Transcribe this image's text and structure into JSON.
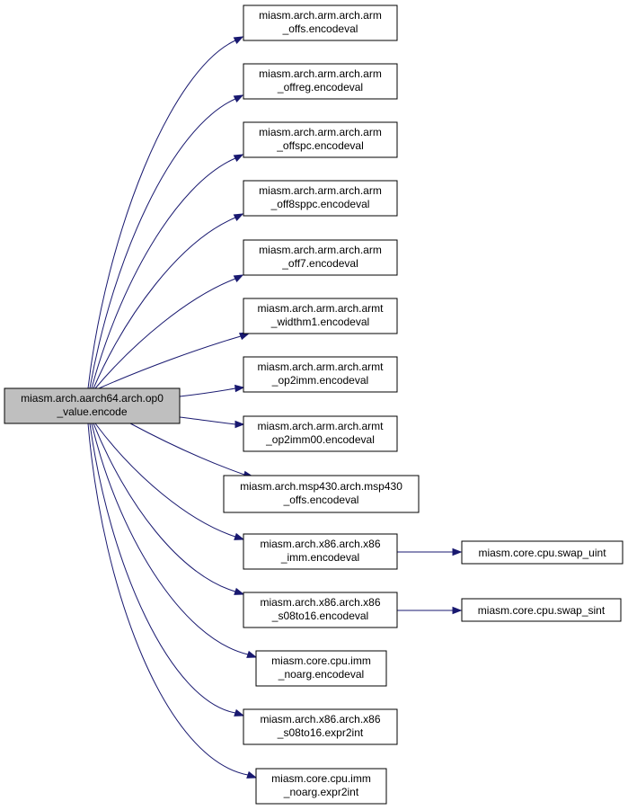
{
  "graph": {
    "root": {
      "line1": "miasm.arch.aarch64.arch.op0",
      "line2": "_value.encode"
    },
    "callees": [
      {
        "line1": "miasm.arch.arm.arch.arm",
        "line2": "_offs.encodeval"
      },
      {
        "line1": "miasm.arch.arm.arch.arm",
        "line2": "_offreg.encodeval"
      },
      {
        "line1": "miasm.arch.arm.arch.arm",
        "line2": "_offspc.encodeval"
      },
      {
        "line1": "miasm.arch.arm.arch.arm",
        "line2": "_off8sppc.encodeval"
      },
      {
        "line1": "miasm.arch.arm.arch.arm",
        "line2": "_off7.encodeval"
      },
      {
        "line1": "miasm.arch.arm.arch.armt",
        "line2": "_widthm1.encodeval"
      },
      {
        "line1": "miasm.arch.arm.arch.armt",
        "line2": "_op2imm.encodeval"
      },
      {
        "line1": "miasm.arch.arm.arch.armt",
        "line2": "_op2imm00.encodeval"
      },
      {
        "line1": "miasm.arch.msp430.arch.msp430",
        "line2": "_offs.encodeval"
      },
      {
        "line1": "miasm.arch.x86.arch.x86",
        "line2": "_imm.encodeval"
      },
      {
        "line1": "miasm.arch.x86.arch.x86",
        "line2": "_s08to16.encodeval"
      },
      {
        "line1": "miasm.core.cpu.imm",
        "line2": "_noarg.encodeval"
      },
      {
        "line1": "miasm.arch.x86.arch.x86",
        "line2": "_s08to16.expr2int"
      },
      {
        "line1": "miasm.core.cpu.imm",
        "line2": "_noarg.expr2int"
      }
    ],
    "second_level": [
      {
        "label": "miasm.core.cpu.swap_uint"
      },
      {
        "label": "miasm.core.cpu.swap_sint"
      }
    ],
    "colors": {
      "edge": "#191970",
      "root_fill": "#bfbfbf",
      "node_fill": "#ffffff",
      "border": "#000000"
    }
  }
}
